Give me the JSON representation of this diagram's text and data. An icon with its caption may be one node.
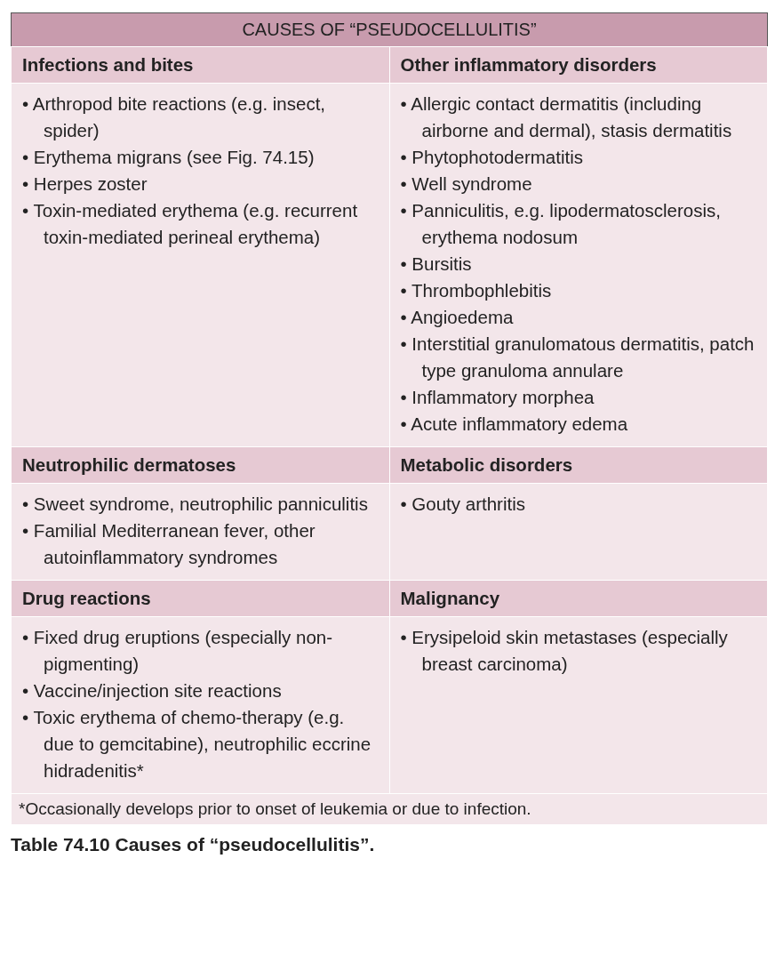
{
  "diagram": {
    "title": "CAUSES OF “PSEUDOCELLULITIS”",
    "caption": "Table 74.10 Causes of “pseudocellulitis”.",
    "labels": [
      "Infections and bites",
      "Other inflammatory disorders",
      "• Arthropod bite reactions (e.g. insect, spider)",
      "• Erythema migrans (see Fig. 74.15)",
      "• Herpes zoster",
      "• Toxin-mediated erythema (e.g. recurrent toxin-mediated perineal erythema)",
      "• Allergic contact dermatitis (including airborne and dermal), stasis dermatitis",
      "• Phytophotodermatitis",
      "• Well syndrome",
      "• Panniculitis, e.g. lipodermatosclerosis, erythema nodosum",
      "• Bursitis",
      "• Thrombophlebitis",
      "• Angioedema",
      "• Interstitial granulomatous dermatitis, patch type granuloma annulare",
      "• Inflammatory morphea",
      "• Acute inflammatory edema",
      "Neutrophilic dermatoses",
      "Metabolic disorders",
      "• Sweet syndrome, neutrophilic panniculitis",
      "• Familial Mediterranean fever, other autoinflammatory syndromes",
      "• Gouty arthritis",
      "Drug reactions",
      "Malignancy",
      "• Fixed drug eruptions (especially non-pigmenting)",
      "• Vaccine/injection site reactions",
      "• Toxic erythema of chemo-therapy (e.g. due to gemcitabine), neutrophilic eccrine hidradenitis*",
      "• Erysipeloid skin metastases (especially breast carcinoma)",
      "*Occasionally develops prior to onset of leukemia or due to infection."
    ]
  }
}
